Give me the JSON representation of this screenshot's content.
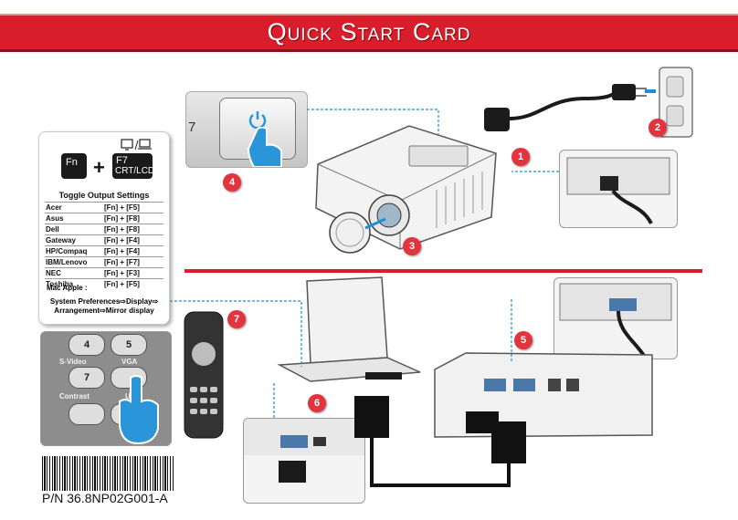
{
  "banner": {
    "title": "Quick Start Card",
    "color": "#d91e2b"
  },
  "keys": {
    "fn_label": "Fn",
    "plus": "+",
    "f7_top": "F7",
    "f7_bottom": "CRT/LCD",
    "power_panel_label": "7"
  },
  "toggle": {
    "title": "Toggle Output Settings",
    "rows": [
      {
        "brand": "Acer",
        "keys": "[Fn] + [F5]"
      },
      {
        "brand": "Asus",
        "keys": "[Fn] + [F8]"
      },
      {
        "brand": "Dell",
        "keys": "[Fn] + [F8]"
      },
      {
        "brand": "Gateway",
        "keys": "[Fn] + [F4]"
      },
      {
        "brand": "HP/Compaq",
        "keys": "[Fn] + [F4]"
      },
      {
        "brand": "IBM/Lenovo",
        "keys": "[Fn] + [F7]"
      },
      {
        "brand": "NEC",
        "keys": "[Fn] + [F3]"
      },
      {
        "brand": "Toshiba",
        "keys": "[Fn] + [F5]"
      }
    ],
    "mac_label": "Mac Apple :",
    "mac_line1": "System Preferences⇨Display⇨",
    "mac_line2": "Arrangement⇨Mirror display"
  },
  "keypad": {
    "k4": "4",
    "k5": "5",
    "k7": "7",
    "svideo": "S-Video",
    "vga": "VGA",
    "contrast": "Contrast",
    "partial": "U"
  },
  "steps": [
    "1",
    "2",
    "3",
    "4",
    "5",
    "6",
    "7"
  ],
  "footer": {
    "part_number": "P/N 36.8NP02G001-A"
  }
}
